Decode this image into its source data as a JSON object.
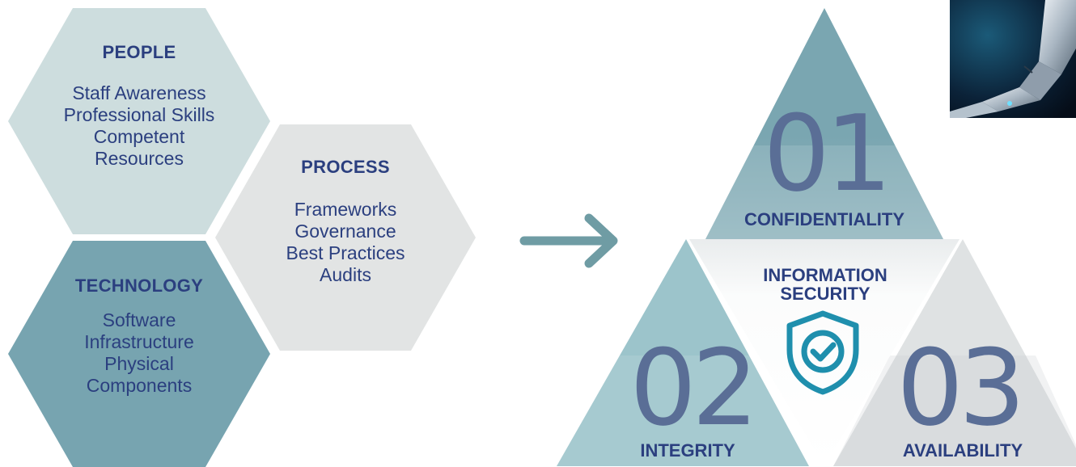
{
  "hexagons": {
    "people": {
      "title": "PEOPLE",
      "items": [
        "Staff Awareness",
        "Professional Skills",
        "Competent",
        "Resources"
      ],
      "color": "#cdddde"
    },
    "process": {
      "title": "PROCESS",
      "items": [
        "Frameworks",
        "Governance",
        "Best Practices",
        "Audits"
      ],
      "color": "#e2e4e4"
    },
    "technology": {
      "title": "TECHNOLOGY",
      "items": [
        "Software",
        "Infrastructure",
        "Physical",
        "Components"
      ],
      "color": "#77a4b0"
    }
  },
  "arrow": {
    "icon": "arrow-right-icon",
    "color": "#6f9ca4"
  },
  "triangle": {
    "confidentiality": {
      "number": "01",
      "label": "CONFIDENTIALITY",
      "color": "#7aa6b1"
    },
    "integrity": {
      "number": "02",
      "label": "INTEGRITY",
      "color": "#9cc4cb"
    },
    "availability": {
      "number": "03",
      "label": "AVAILABILITY",
      "color": "#dfe2e3"
    },
    "center": {
      "title_line1": "INFORMATION",
      "title_line2": "SECURITY",
      "icon": "shield-check-icon",
      "icon_color": "#1f8fad"
    }
  },
  "photo": {
    "icon": "robot-hand-icon"
  },
  "colors": {
    "text": "#2b3f7f",
    "number": "#5a6e96"
  }
}
